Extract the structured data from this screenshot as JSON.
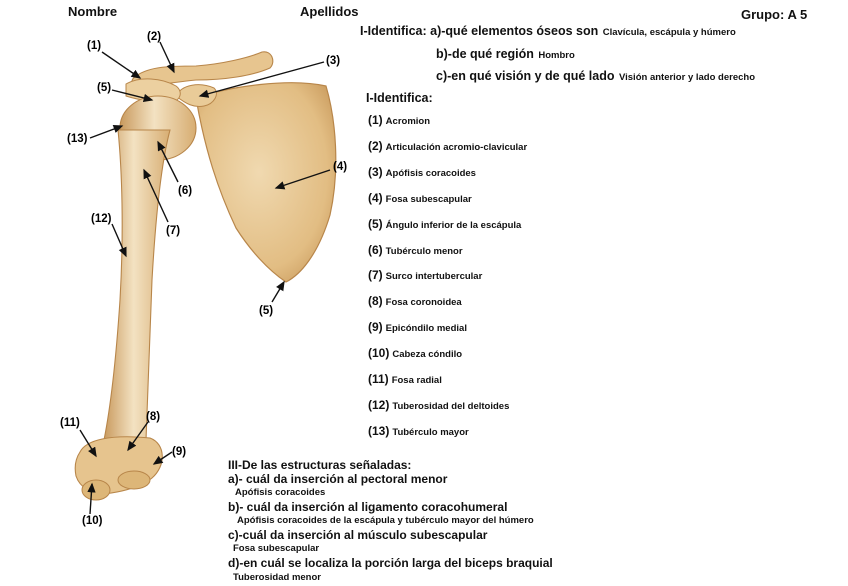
{
  "header": {
    "nombre": "Nombre",
    "apellidos": "Apellidos",
    "grupo": "Grupo: A 5"
  },
  "section1": {
    "q_a": "I-Identifica: a)-qué elementos óseos son",
    "a_a": "Clavícula, escápula y húmero",
    "q_b": "b)-de qué región",
    "a_b": "Hombro",
    "q_c": "c)-en qué visión y de qué lado",
    "a_c": "Visión anterior y lado derecho"
  },
  "section2": {
    "title": "I-Identifica:",
    "items": [
      {
        "n": "(1)",
        "label": "Acromion"
      },
      {
        "n": "(2)",
        "label": "Articulación acromio-clavicular"
      },
      {
        "n": "(3)",
        "label": "Apófisis coracoides"
      },
      {
        "n": "(4)",
        "label": "Fosa subescapular"
      },
      {
        "n": "(5)",
        "label": "Ángulo inferior de la escápula"
      },
      {
        "n": "(6)",
        "label": "Tubérculo menor"
      },
      {
        "n": "(7)",
        "label": "Surco intertubercular"
      },
      {
        "n": "(8)",
        "label": "Fosa coronoidea"
      },
      {
        "n": "(9)",
        "label": "Epicóndilo medial"
      },
      {
        "n": "(10)",
        "label": "Cabeza cóndilo"
      },
      {
        "n": "(11)",
        "label": "Fosa radial"
      },
      {
        "n": "(12)",
        "label": "Tuberosidad del deltoides"
      },
      {
        "n": "(13)",
        "label": "Tubérculo mayor"
      }
    ]
  },
  "section3": {
    "title": "III-De las estructuras señaladas:",
    "q_a": "a)- cuál da inserción al pectoral menor",
    "a_a": "Apófisis coracoides",
    "q_b": "b)- cuál da inserción al ligamento coracohumeral",
    "a_b": "Apófisis coracoides de la escápula y tubérculo mayor del húmero",
    "q_c": "c)-cuál da inserción al músculo subescapular",
    "a_c": "Fosa subescapular",
    "q_d": "d)-en cuál se localiza la porción larga del biceps braquial",
    "a_d": "Tuberosidad menor"
  },
  "figure": {
    "labels": [
      "(1)",
      "(2)",
      "(3)",
      "(4)",
      "(5)",
      "(5)",
      "(6)",
      "(7)",
      "(8)",
      "(9)",
      "(10)",
      "(11)",
      "(12)",
      "(13)"
    ],
    "colors": {
      "bone": "#e6c48e",
      "bone_shadow": "#c99a5e",
      "bone_light": "#f3e2c2",
      "arrow": "#111111"
    }
  }
}
